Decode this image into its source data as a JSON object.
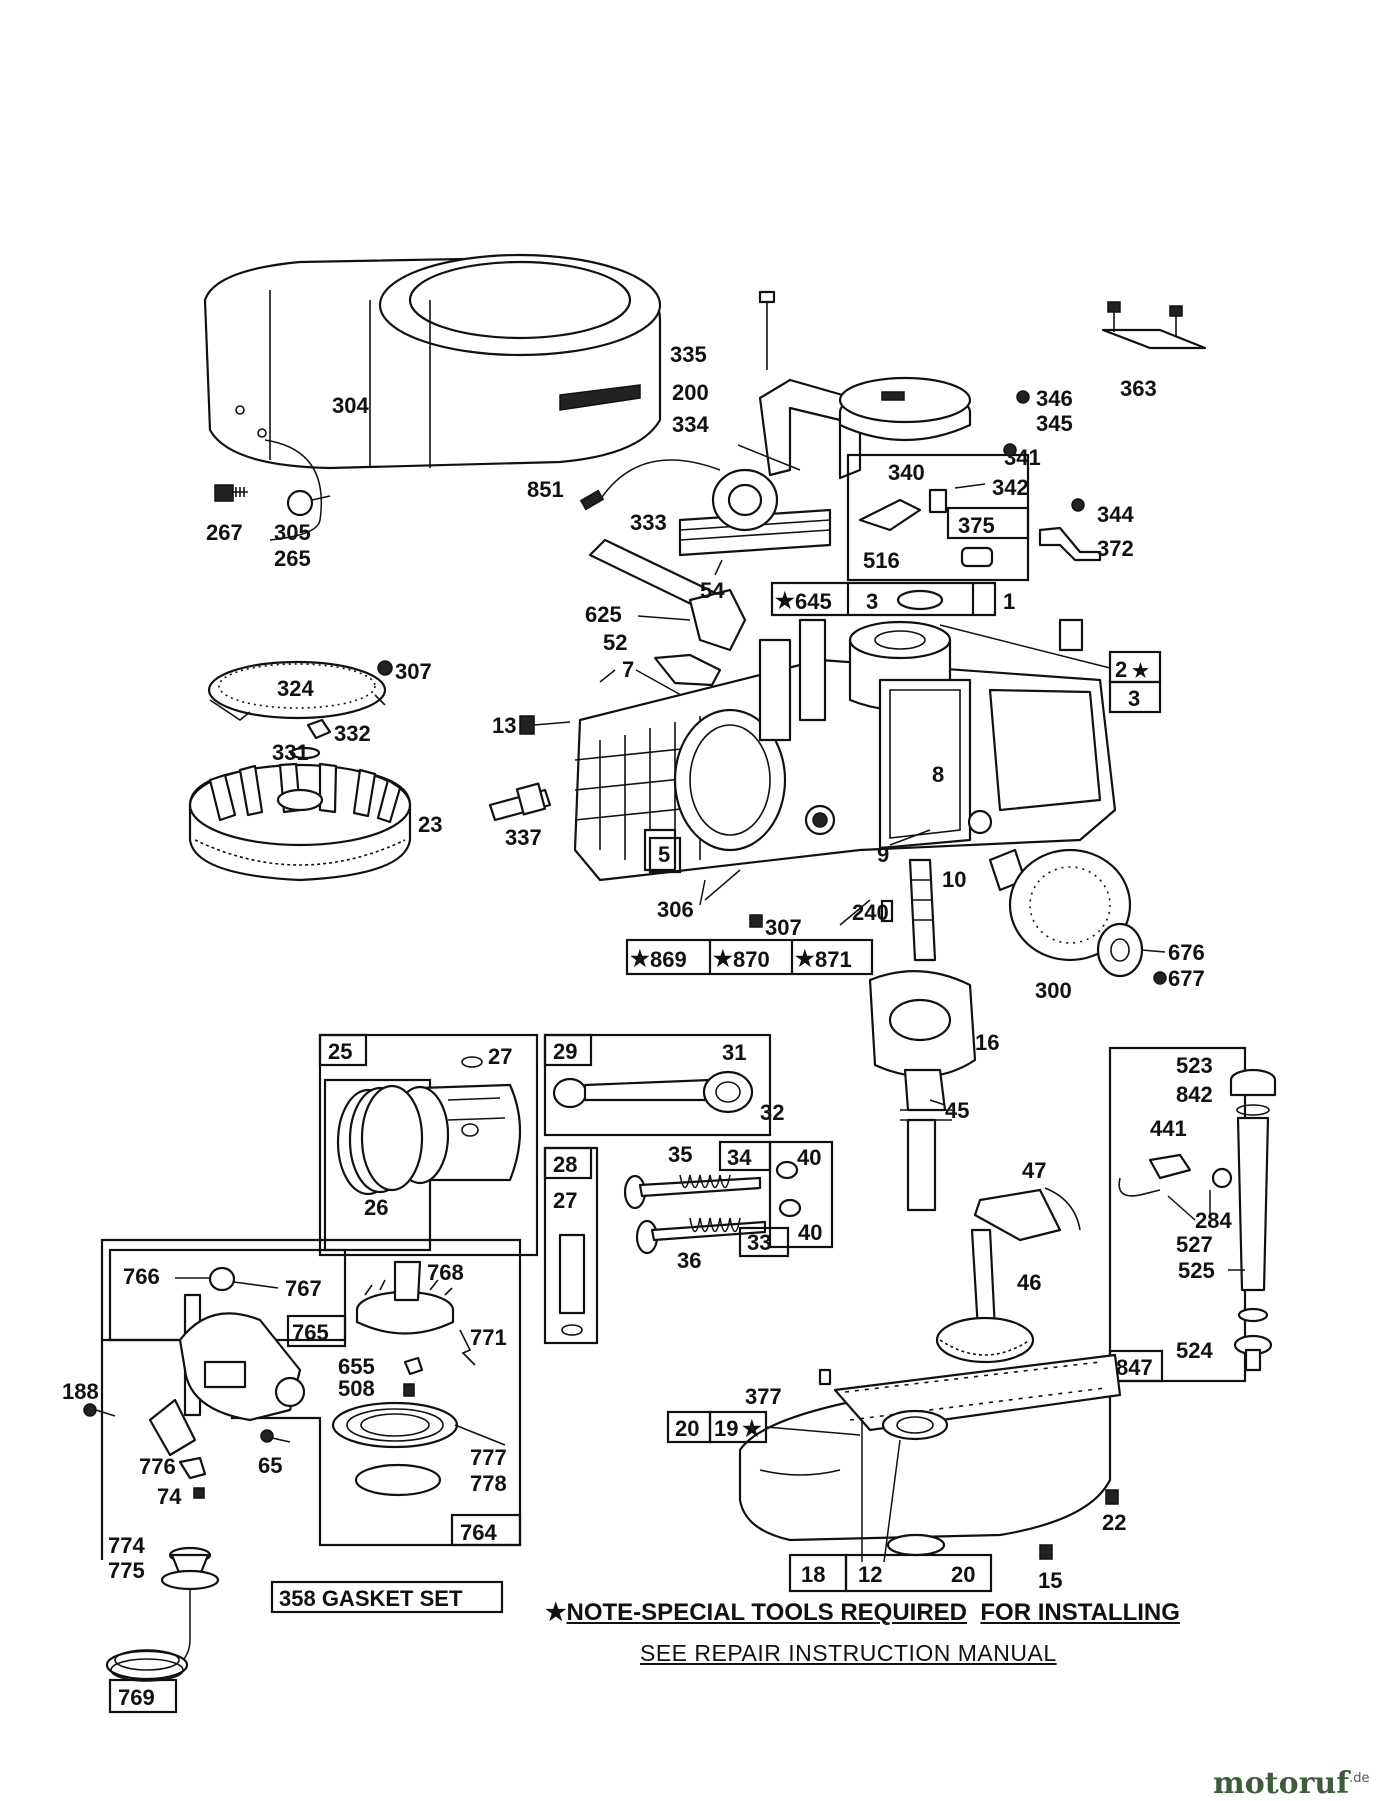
{
  "diagram": {
    "labels": {
      "p304": "304",
      "p335": "335",
      "p200": "200",
      "p334": "334",
      "p346": "346",
      "p345": "345",
      "p363": "363",
      "p341": "341",
      "p340": "340",
      "p342": "342",
      "p344": "344",
      "p375": "375",
      "p372": "372",
      "p516": "516",
      "p851": "851",
      "p333": "333",
      "p267": "267",
      "p305": "305",
      "p265": "265",
      "p54": "54",
      "p625": "625",
      "p645": "645",
      "p3a": "3",
      "p1": "1",
      "p52": "52",
      "p7": "7",
      "p2": "2",
      "p3b": "3",
      "p307a": "307",
      "p324": "324",
      "p332": "332",
      "p331": "331",
      "p13": "13",
      "p8": "8",
      "p23": "23",
      "p337": "337",
      "p5": "5",
      "p9": "9",
      "p10": "10",
      "p306": "306",
      "p307b": "307",
      "p240": "240",
      "p869": "869",
      "p870": "870",
      "p871": "871",
      "p676": "676",
      "p677": "677",
      "p300": "300",
      "p16": "16",
      "p25": "25",
      "p27a": "27",
      "p26": "26",
      "p29": "29",
      "p31": "31",
      "p32": "32",
      "p28": "28",
      "p27b": "27",
      "p35": "35",
      "p34": "34",
      "p40a": "40",
      "p36": "36",
      "p33": "33",
      "p40b": "40",
      "p45": "45",
      "p523": "523",
      "p842": "842",
      "p441": "441",
      "p284": "284",
      "p527": "527",
      "p525": "525",
      "p524": "524",
      "p847": "847",
      "p47": "47",
      "p46": "46",
      "p766": "766",
      "p767": "767",
      "p768": "768",
      "p765": "765",
      "p771": "771",
      "p655": "655",
      "p508": "508",
      "p188": "188",
      "p776": "776",
      "p74": "74",
      "p65": "65",
      "p777": "777",
      "p778": "778",
      "p764": "764",
      "p774": "774",
      "p775": "775",
      "p769": "769",
      "p358": "358 GASKET SET",
      "p377": "377",
      "p20a": "20",
      "p19": "19",
      "p22": "22",
      "p18": "18",
      "p12": "12",
      "p20b": "20",
      "p15": "15"
    }
  },
  "note": {
    "line1_prefix": "★",
    "line1_a": "NOTE-SPECIAL TOOLS REQUIRED",
    "line1_b": "FOR INSTALLING",
    "line2": "SEE REPAIR INSTRUCTION MANUAL"
  },
  "watermark": {
    "name": "motoruf",
    "suffix": ".de"
  }
}
